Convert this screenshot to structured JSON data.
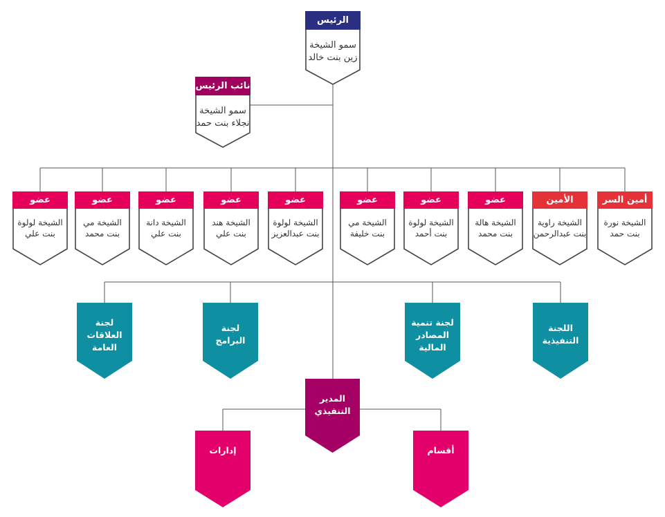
{
  "colors": {
    "navy": "#2B2F82",
    "crimson": "#A0005E",
    "pink": "#E5005A",
    "red": "#E53238",
    "teal": "#0E8FA2",
    "maroon": "#A50064",
    "magenta": "#E3006B",
    "line": "#555555"
  },
  "president": {
    "title": "الرئيس",
    "name": [
      "سمو الشيخة",
      "زين بنت خالد"
    ]
  },
  "vice_president": {
    "title": "نائب الرئيس",
    "name": [
      "سمو الشيخة",
      "نجلاء بنت حمد"
    ]
  },
  "members": [
    {
      "title": "أمين السر",
      "name": [
        "الشيخة نورة",
        "بنت حمد"
      ],
      "color": "red"
    },
    {
      "title": "الأمين المالي",
      "name": [
        "الشيخة راوية",
        "بنت عبدالرحمن"
      ],
      "color": "red"
    },
    {
      "title": "عضو",
      "name": [
        "الشيخة هالة",
        "بنت محمد"
      ],
      "color": "pink"
    },
    {
      "title": "عضو",
      "name": [
        "الشيخة لولوة",
        "بنت أحمد"
      ],
      "color": "pink"
    },
    {
      "title": "عضو",
      "name": [
        "الشيخة مي",
        "بنت خليفة"
      ],
      "color": "pink"
    },
    {
      "title": "عضو",
      "name": [
        "الشيخة لولوة",
        "بنت عبدالعزيز"
      ],
      "color": "pink"
    },
    {
      "title": "عضو",
      "name": [
        "الشيخة هند",
        "بنت علي"
      ],
      "color": "pink"
    },
    {
      "title": "عضو",
      "name": [
        "الشيخة دانة",
        "بنت علي"
      ],
      "color": "pink"
    },
    {
      "title": "عضو",
      "name": [
        "الشيخة مي",
        "بنت محمد"
      ],
      "color": "pink"
    },
    {
      "title": "عضو",
      "name": [
        "الشيخة لولوة",
        "بنت علي"
      ],
      "color": "pink"
    }
  ],
  "committees": [
    {
      "name": [
        "اللجنة",
        "التنفيذية"
      ]
    },
    {
      "name": [
        "لجنة تنمية",
        "المصادر",
        "المالية"
      ]
    },
    {
      "name": [
        "لجنة",
        "البرامج"
      ]
    },
    {
      "name": [
        "لجنة",
        "العلاقات",
        "العامة"
      ]
    }
  ],
  "executive_director": {
    "name": [
      "المدير",
      "التنفيذي"
    ]
  },
  "units": [
    {
      "name": [
        "أقسام"
      ]
    },
    {
      "name": [
        "إدارات"
      ]
    }
  ]
}
